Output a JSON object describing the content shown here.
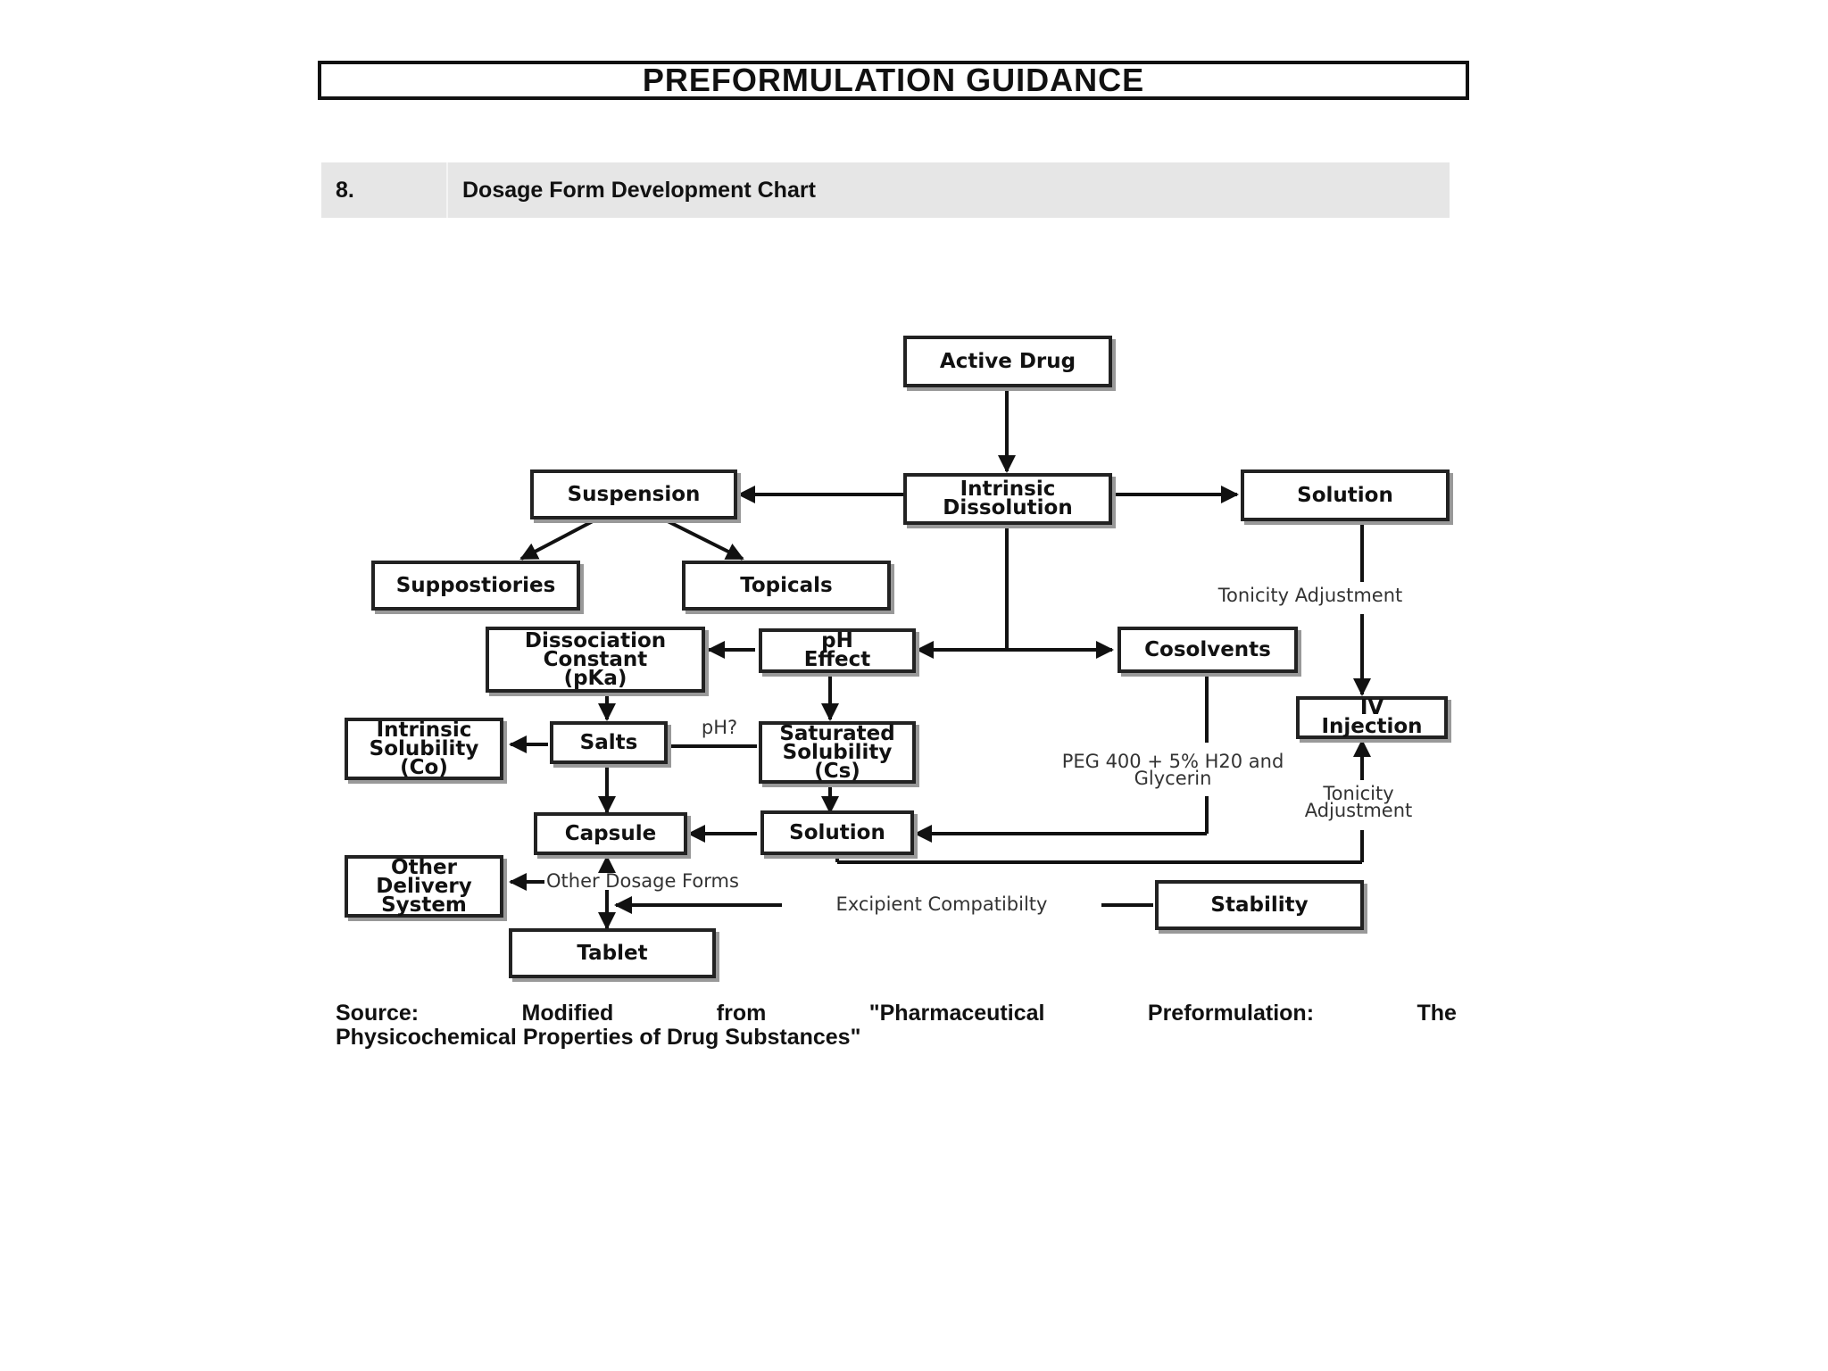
{
  "header": {
    "title": "PREFORMULATION GUIDANCE"
  },
  "section": {
    "number": "8.",
    "label": "Dosage Form Development Chart"
  },
  "diagram": {
    "nodes": {
      "active_drug": "Active Drug",
      "intrinsic_dissolution": "Intrinsic\nDissolution",
      "suspension": "Suspension",
      "solution_top": "Solution",
      "suppositories": "Suppostiories",
      "topicals": "Topicals",
      "dissociation_constant": "Dissociation\nConstant\n(pKa)",
      "ph_effect": "pH\nEffect",
      "cosolvents": "Cosolvents",
      "iv_injection": "IV\nInjection",
      "intrinsic_solubility": "Intrinsic\nSolubility\n(Co)",
      "salts": "Salts",
      "saturated_solubility": "Saturated\nSolubility\n(Cs)",
      "capsule": "Capsule",
      "solution_bottom": "Solution",
      "other_delivery": "Other\nDelivery\nSystem",
      "stability": "Stability",
      "tablet": "Tablet"
    },
    "labels": {
      "tonicity_top": "Tonicity Adjustment",
      "ph_question": "pH?",
      "peg": "PEG 400 + 5% H20 and\nGlycerin",
      "tonicity_bottom": "Tonicity\nAdjustment",
      "other_dosage_forms": "Other Dosage Forms",
      "excipient": "Excipient Compatibilty"
    }
  },
  "source": {
    "words": [
      "Source:",
      "Modified",
      "from",
      "\"Pharmaceutical",
      "Preformulation:",
      "The"
    ],
    "line2": "Physicochemical Properties of Drug Substances\""
  }
}
